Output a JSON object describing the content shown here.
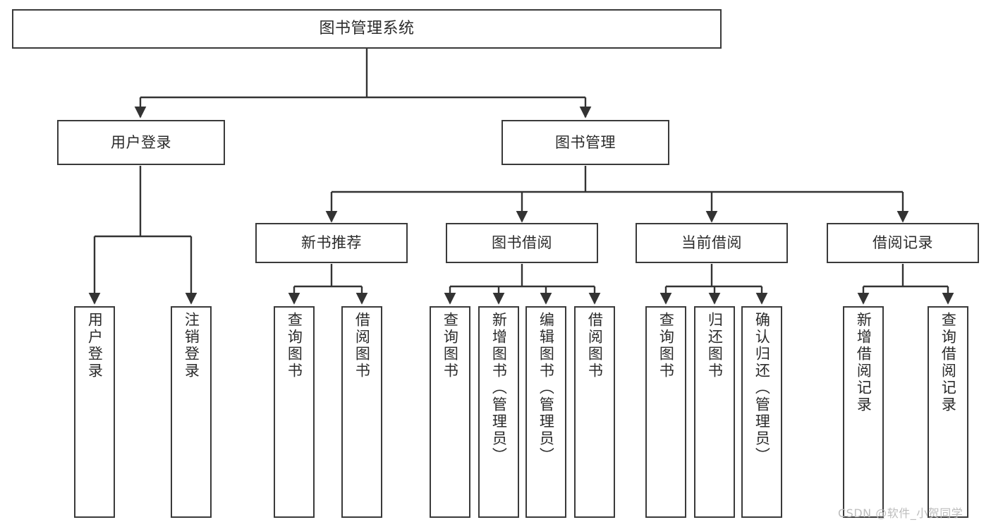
{
  "diagram": {
    "type": "tree",
    "title": "图书管理系统",
    "orientation": "top-down",
    "colors": {
      "box_border": "#3a3a3a",
      "box_fill": "#ffffff",
      "edge": "#333333",
      "text": "#2b2b2b",
      "watermark": "#bdbdbd"
    },
    "root": {
      "label": "图书管理系统"
    },
    "level2": [
      {
        "label": "用户登录"
      },
      {
        "label": "图书管理"
      }
    ],
    "level3": [
      {
        "label": "新书推荐"
      },
      {
        "label": "图书借阅"
      },
      {
        "label": "当前借阅"
      },
      {
        "label": "借阅记录"
      }
    ],
    "leaves": {
      "user_login": [
        {
          "label": "用户登录"
        },
        {
          "label": "注销登录"
        }
      ],
      "new_book_recommend": [
        {
          "label": "查询图书"
        },
        {
          "label": "借阅图书"
        }
      ],
      "book_borrow": [
        {
          "label": "查询图书"
        },
        {
          "label": "新增图书（管理员）"
        },
        {
          "label": "编辑图书（管理员）"
        },
        {
          "label": "借阅图书"
        }
      ],
      "current_borrow": [
        {
          "label": "查询图书"
        },
        {
          "label": "归还图书"
        },
        {
          "label": "确认归还（管理员）"
        }
      ],
      "borrow_record": [
        {
          "label": "新增借阅记录"
        },
        {
          "label": "查询借阅记录"
        }
      ]
    }
  },
  "watermark": {
    "text": "CSDN @软件_小贺同学"
  }
}
